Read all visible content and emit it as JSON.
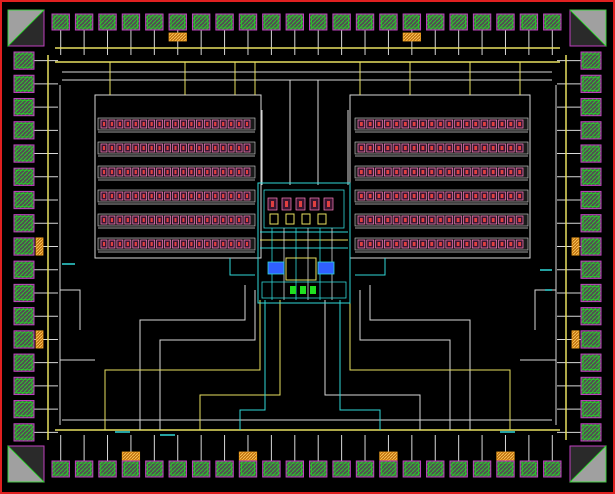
{
  "layout_view": {
    "colors": {
      "background": "#000000",
      "boundary": "#e02020",
      "pad_frame": "#c040c0",
      "pad_fill": "#606060",
      "pad_hatch": "#20e020",
      "metal_yellow": "#e8e060",
      "metal_white": "#d8d8d8",
      "metal_cyan": "#30d8d8",
      "metal_blue": "#3060ff",
      "contact_red": "#e04040",
      "contact_pink": "#ff80c0",
      "orange_block": "#f0a020",
      "corner_fill": "#a0a0a0"
    },
    "pads": {
      "top_count": 22,
      "bottom_count": 22,
      "left_count": 17,
      "right_count": 17
    },
    "cell_arrays": {
      "left_rows": 6,
      "right_rows": 6,
      "cells_per_row": 19
    },
    "orange_pad_markers": [
      "top-6",
      "top-16",
      "bottom-4",
      "bottom-9",
      "bottom-15",
      "bottom-20",
      "left-9",
      "left-13",
      "right-9",
      "right-13"
    ]
  }
}
